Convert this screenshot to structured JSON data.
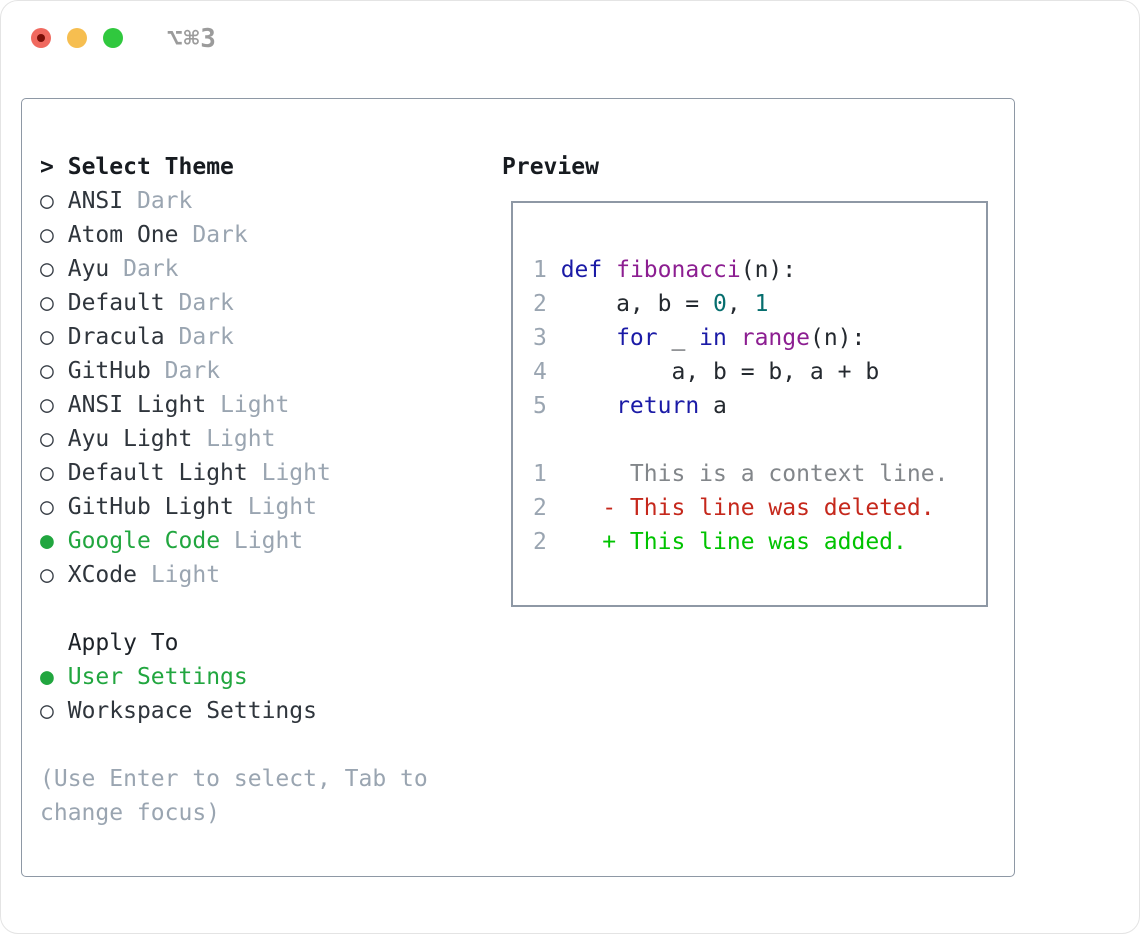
{
  "window": {
    "title": "⌥⌘3",
    "traffic_lights": {
      "close": "close",
      "minimize": "minimize",
      "zoom": "zoom"
    }
  },
  "glyphs": {
    "focus_caret": ">",
    "selected_marker": "●",
    "unselected_marker": "○"
  },
  "theme_selector": {
    "header": "Select Theme",
    "items": [
      {
        "name": "ANSI",
        "tag": "Dark",
        "selected": false
      },
      {
        "name": "Atom One",
        "tag": "Dark",
        "selected": false
      },
      {
        "name": "Ayu",
        "tag": "Dark",
        "selected": false
      },
      {
        "name": "Default",
        "tag": "Dark",
        "selected": false
      },
      {
        "name": "Dracula",
        "tag": "Dark",
        "selected": false
      },
      {
        "name": "GitHub",
        "tag": "Dark",
        "selected": false
      },
      {
        "name": "ANSI Light",
        "tag": "Light",
        "selected": false
      },
      {
        "name": "Ayu Light",
        "tag": "Light",
        "selected": false
      },
      {
        "name": "Default Light",
        "tag": "Light",
        "selected": false
      },
      {
        "name": "GitHub Light",
        "tag": "Light",
        "selected": false
      },
      {
        "name": "Google Code",
        "tag": "Light",
        "selected": true
      },
      {
        "name": "XCode",
        "tag": "Light",
        "selected": false
      }
    ]
  },
  "apply_to": {
    "header": "Apply To",
    "options": [
      {
        "name": "User Settings",
        "selected": true
      },
      {
        "name": "Workspace Settings",
        "selected": false
      }
    ]
  },
  "hint": "(Use Enter to select, Tab to change focus)",
  "preview": {
    "title": "Preview",
    "code_lines": [
      {
        "num": "1",
        "tokens": [
          {
            "t": "def",
            "c": "kw"
          },
          {
            "t": " "
          },
          {
            "t": "fibonacci",
            "c": "fn"
          },
          {
            "t": "(n):"
          }
        ]
      },
      {
        "num": "2",
        "tokens": [
          {
            "t": "    a, b = "
          },
          {
            "t": "0",
            "c": "num"
          },
          {
            "t": ", "
          },
          {
            "t": "1",
            "c": "num"
          }
        ]
      },
      {
        "num": "3",
        "tokens": [
          {
            "t": "    "
          },
          {
            "t": "for",
            "c": "kw"
          },
          {
            "t": " _ "
          },
          {
            "t": "in",
            "c": "kw"
          },
          {
            "t": " "
          },
          {
            "t": "range",
            "c": "fn"
          },
          {
            "t": "(n):"
          }
        ]
      },
      {
        "num": "4",
        "tokens": [
          {
            "t": "        a, b = b, a + b"
          }
        ]
      },
      {
        "num": "5",
        "tokens": [
          {
            "t": "    "
          },
          {
            "t": "return",
            "c": "kw"
          },
          {
            "t": " a"
          }
        ]
      }
    ],
    "diff_lines": [
      {
        "num": "1",
        "type": "context",
        "text": "     This is a context line."
      },
      {
        "num": "2",
        "type": "deleted",
        "text": "   - This line was deleted."
      },
      {
        "num": "2",
        "type": "added",
        "text": "   + This line was added."
      }
    ]
  },
  "colors": {
    "text": "#2f353c",
    "muted": "#9aa5b1",
    "green": "#21a63f",
    "border": "#8e98a5",
    "title_gray": "#9b9b9b",
    "light_red": "#f0695f",
    "light_yellow": "#f6be50",
    "light_green": "#30c83e",
    "code_plain": "#24292f",
    "keyword": "#1a1aa6",
    "function": "#8c1e91",
    "number": "#066e6e",
    "lineno": "#9aa5b1",
    "context": "#82868a",
    "deleted": "#c5281c",
    "added": "#00c300"
  }
}
